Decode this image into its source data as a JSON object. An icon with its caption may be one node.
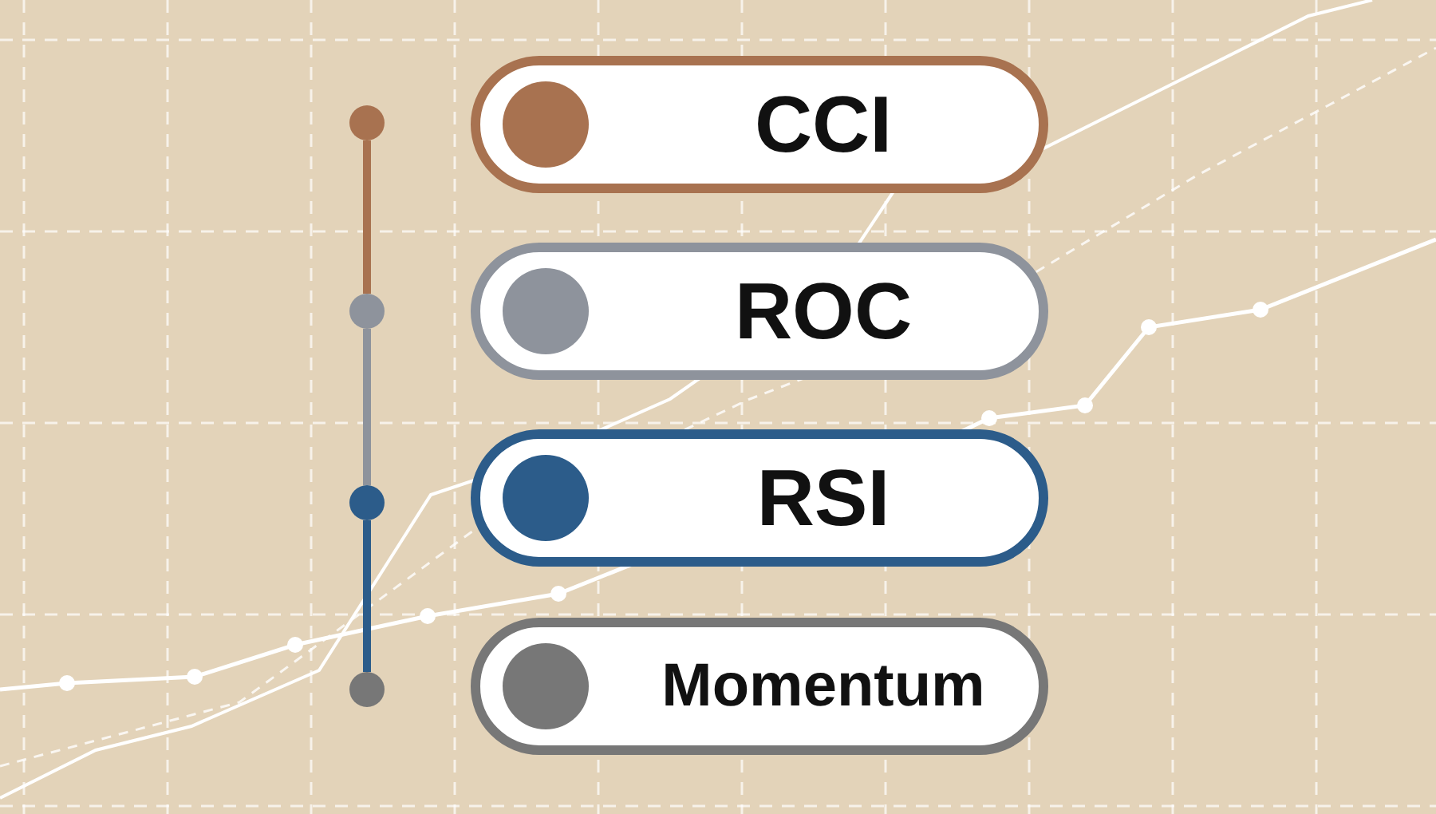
{
  "diagram": {
    "nodes": [
      {
        "text": [],
        "shape": "circle"
      },
      {
        "text": [],
        "shape": "circle"
      },
      {
        "text": [],
        "shape": "circle"
      },
      {
        "text": [],
        "shape": "circle"
      },
      {
        "text": [
          "CCI"
        ]
      },
      {
        "text": [
          "ROC"
        ]
      },
      {
        "text": [
          "RSI"
        ]
      },
      {
        "text": [
          "Momentum"
        ]
      }
    ],
    "edges": [
      {
        "from": 0,
        "to": 1,
        "arrow": "none",
        "color": "#a87250"
      },
      {
        "from": 1,
        "to": 2,
        "arrow": "none",
        "color": "#8e939c"
      },
      {
        "from": 2,
        "to": 3,
        "arrow": "none",
        "color": "#2c5c8a"
      }
    ]
  }
}
